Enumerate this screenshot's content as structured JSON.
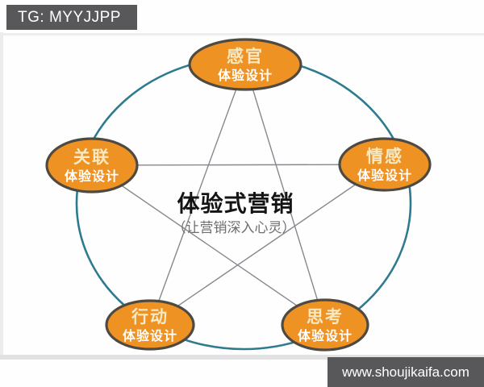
{
  "watermark_top": {
    "text": "TG: MYYJJPP"
  },
  "watermark_bottom": {
    "text": "www.shoujikaifa.com"
  },
  "diagram": {
    "title": "体验式营销",
    "subtitle": "（让营销深入心灵）",
    "nodes": [
      {
        "id": "sensory",
        "position": "top",
        "label": "感官",
        "sublabel": "体验设计"
      },
      {
        "id": "emotion",
        "position": "right",
        "label": "情感",
        "sublabel": "体验设计"
      },
      {
        "id": "think",
        "position": "bottom-right",
        "label": "思考",
        "sublabel": "体验设计"
      },
      {
        "id": "act",
        "position": "bottom-left",
        "label": "行动",
        "sublabel": "体验设计"
      },
      {
        "id": "relate",
        "position": "left",
        "label": "关联",
        "sublabel": "体验设计"
      }
    ],
    "colors": {
      "node_fill": "#EF9224",
      "node_border": "#4E4A42",
      "node_label_cream": "#F8E9C2",
      "node_sublabel_white": "#FFFFFF",
      "circle_stroke": "#2E7A8F",
      "chord_stroke": "#85898D",
      "watermark_bg": "#58585A",
      "watermark_text": "#FFFFFF"
    }
  }
}
